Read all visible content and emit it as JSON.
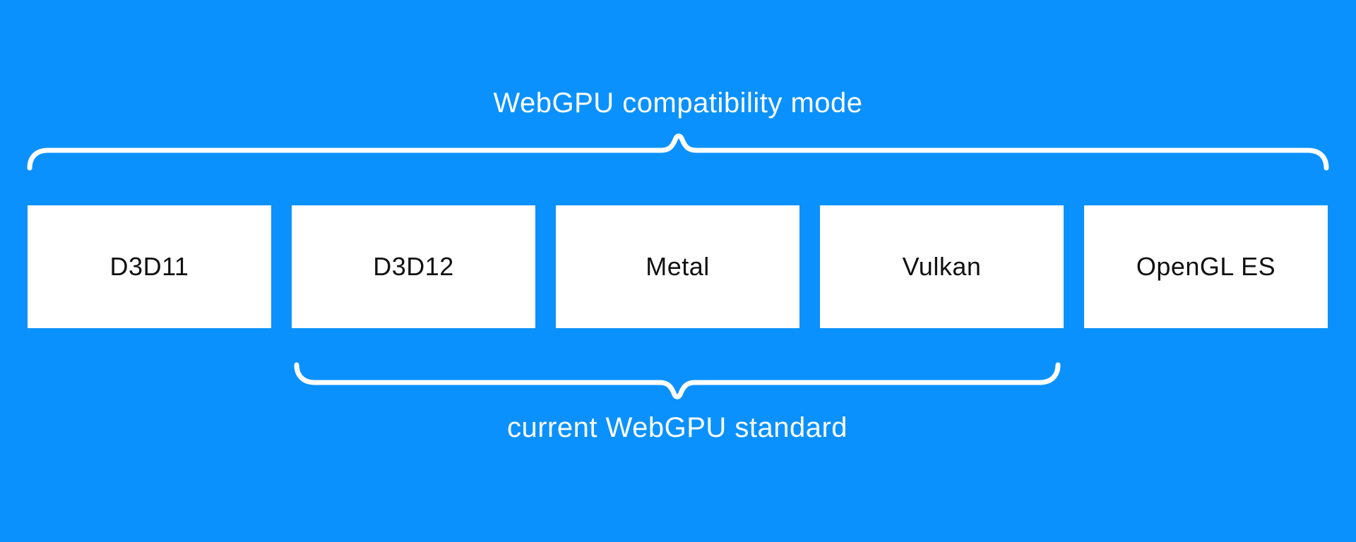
{
  "colors": {
    "background": "#0a91fe",
    "brace_stroke": "#ffffff",
    "box_background": "#ffffff",
    "box_text": "#111111",
    "label_text": "#ffffff"
  },
  "top_group": {
    "label": "WebGPU compatibility mode"
  },
  "boxes": [
    {
      "label": "D3D11"
    },
    {
      "label": "D3D12"
    },
    {
      "label": "Metal"
    },
    {
      "label": "Vulkan"
    },
    {
      "label": "OpenGL ES"
    }
  ],
  "bottom_group": {
    "label": "current WebGPU standard"
  }
}
